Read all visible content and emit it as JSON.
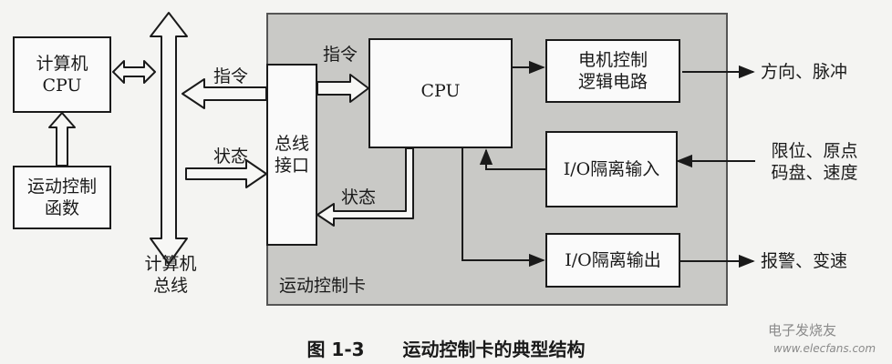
{
  "computer_cpu": "计算机\nCPU",
  "motion_function": "运动控制\n函数",
  "computer_bus": "计算机\n总线",
  "bus_interface": "总线\n接口",
  "cpu": "CPU",
  "motor_control": "电机控制\n逻辑电路",
  "io_input": "I/O隔离输入",
  "io_output": "I/O隔离输出",
  "card_label": "运动控制卡",
  "labels": {
    "cmd_left": "指令",
    "status_left": "状态",
    "cmd_right": "指令",
    "status_right": "状态"
  },
  "outputs": {
    "direction_pulse": "方向、脉冲",
    "limit_origin": "限位、原点\n码盘、速度",
    "alarm_speed": "报警、变速"
  },
  "caption": {
    "number": "图 1-3",
    "title": "运动控制卡的典型结构"
  },
  "watermark": {
    "text": "电子发烧友",
    "site": "www.elecfans.com"
  }
}
